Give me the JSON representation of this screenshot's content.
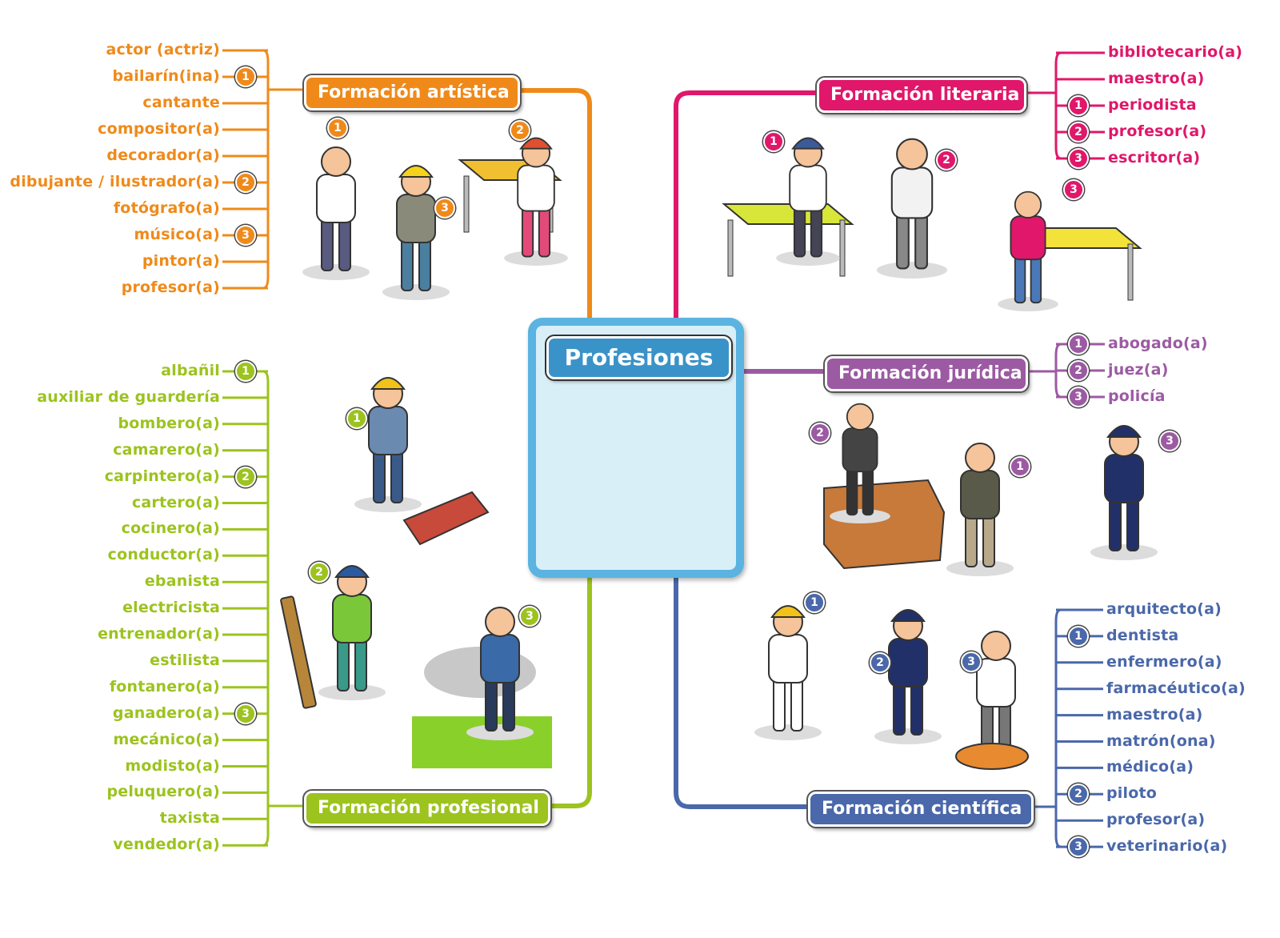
{
  "center": {
    "title": "Profesiones",
    "color": "#3a93c8"
  },
  "categories": {
    "artistica": {
      "title": "Formación artística",
      "color": "#ef8a1a",
      "items": [
        {
          "label": "actor (actriz)",
          "num": ""
        },
        {
          "label": "bailarín(ina)",
          "num": "1"
        },
        {
          "label": "cantante",
          "num": ""
        },
        {
          "label": "compositor(a)",
          "num": ""
        },
        {
          "label": "decorador(a)",
          "num": ""
        },
        {
          "label": "dibujante / ilustrador(a)",
          "num": "2"
        },
        {
          "label": "fotógrafo(a)",
          "num": ""
        },
        {
          "label": "músico(a)",
          "num": "3"
        },
        {
          "label": "pintor(a)",
          "num": ""
        },
        {
          "label": "profesor(a)",
          "num": ""
        }
      ],
      "scene_badges": [
        "1",
        "2",
        "3"
      ]
    },
    "literaria": {
      "title": "Formación literaria",
      "color": "#e0176a",
      "items": [
        {
          "label": "bibliotecario(a)",
          "num": ""
        },
        {
          "label": "maestro(a)",
          "num": ""
        },
        {
          "label": "periodista",
          "num": "1"
        },
        {
          "label": "profesor(a)",
          "num": "2"
        },
        {
          "label": "escritor(a)",
          "num": "3"
        }
      ],
      "scene_badges": [
        "1",
        "2",
        "3"
      ]
    },
    "juridica": {
      "title": "Formación jurídica",
      "color": "#9c5aa3",
      "items": [
        {
          "label": "abogado(a)",
          "num": "1"
        },
        {
          "label": "juez(a)",
          "num": "2"
        },
        {
          "label": "policía",
          "num": "3"
        }
      ],
      "scene_badges": [
        "2",
        "1",
        "3"
      ]
    },
    "profesional": {
      "title": "Formación profesional",
      "color": "#9cc31e",
      "items": [
        {
          "label": "albañil",
          "num": "1"
        },
        {
          "label": "auxiliar de guardería",
          "num": ""
        },
        {
          "label": "bombero(a)",
          "num": ""
        },
        {
          "label": "camarero(a)",
          "num": ""
        },
        {
          "label": "carpintero(a)",
          "num": "2"
        },
        {
          "label": "cartero(a)",
          "num": ""
        },
        {
          "label": "cocinero(a)",
          "num": ""
        },
        {
          "label": "conductor(a)",
          "num": ""
        },
        {
          "label": "ebanista",
          "num": ""
        },
        {
          "label": "electricista",
          "num": ""
        },
        {
          "label": "entrenador(a)",
          "num": ""
        },
        {
          "label": "estilista",
          "num": ""
        },
        {
          "label": "fontanero(a)",
          "num": ""
        },
        {
          "label": "ganadero(a)",
          "num": "3"
        },
        {
          "label": "mecánico(a)",
          "num": ""
        },
        {
          "label": "modisto(a)",
          "num": ""
        },
        {
          "label": "peluquero(a)",
          "num": ""
        },
        {
          "label": "taxista",
          "num": ""
        },
        {
          "label": "vendedor(a)",
          "num": ""
        }
      ],
      "scene_badges": [
        "1",
        "2",
        "3"
      ]
    },
    "cientifica": {
      "title": "Formación científica",
      "color": "#4a68aa",
      "items": [
        {
          "label": "arquitecto(a)",
          "num": ""
        },
        {
          "label": "dentista",
          "num": "1"
        },
        {
          "label": "enfermero(a)",
          "num": ""
        },
        {
          "label": "farmacéutico(a)",
          "num": ""
        },
        {
          "label": "maestro(a)",
          "num": ""
        },
        {
          "label": "matrón(ona)",
          "num": ""
        },
        {
          "label": "médico(a)",
          "num": ""
        },
        {
          "label": "piloto",
          "num": "2"
        },
        {
          "label": "profesor(a)",
          "num": ""
        },
        {
          "label": "veterinario(a)",
          "num": "3"
        }
      ],
      "scene_badges": [
        "1",
        "2",
        "3"
      ]
    }
  }
}
